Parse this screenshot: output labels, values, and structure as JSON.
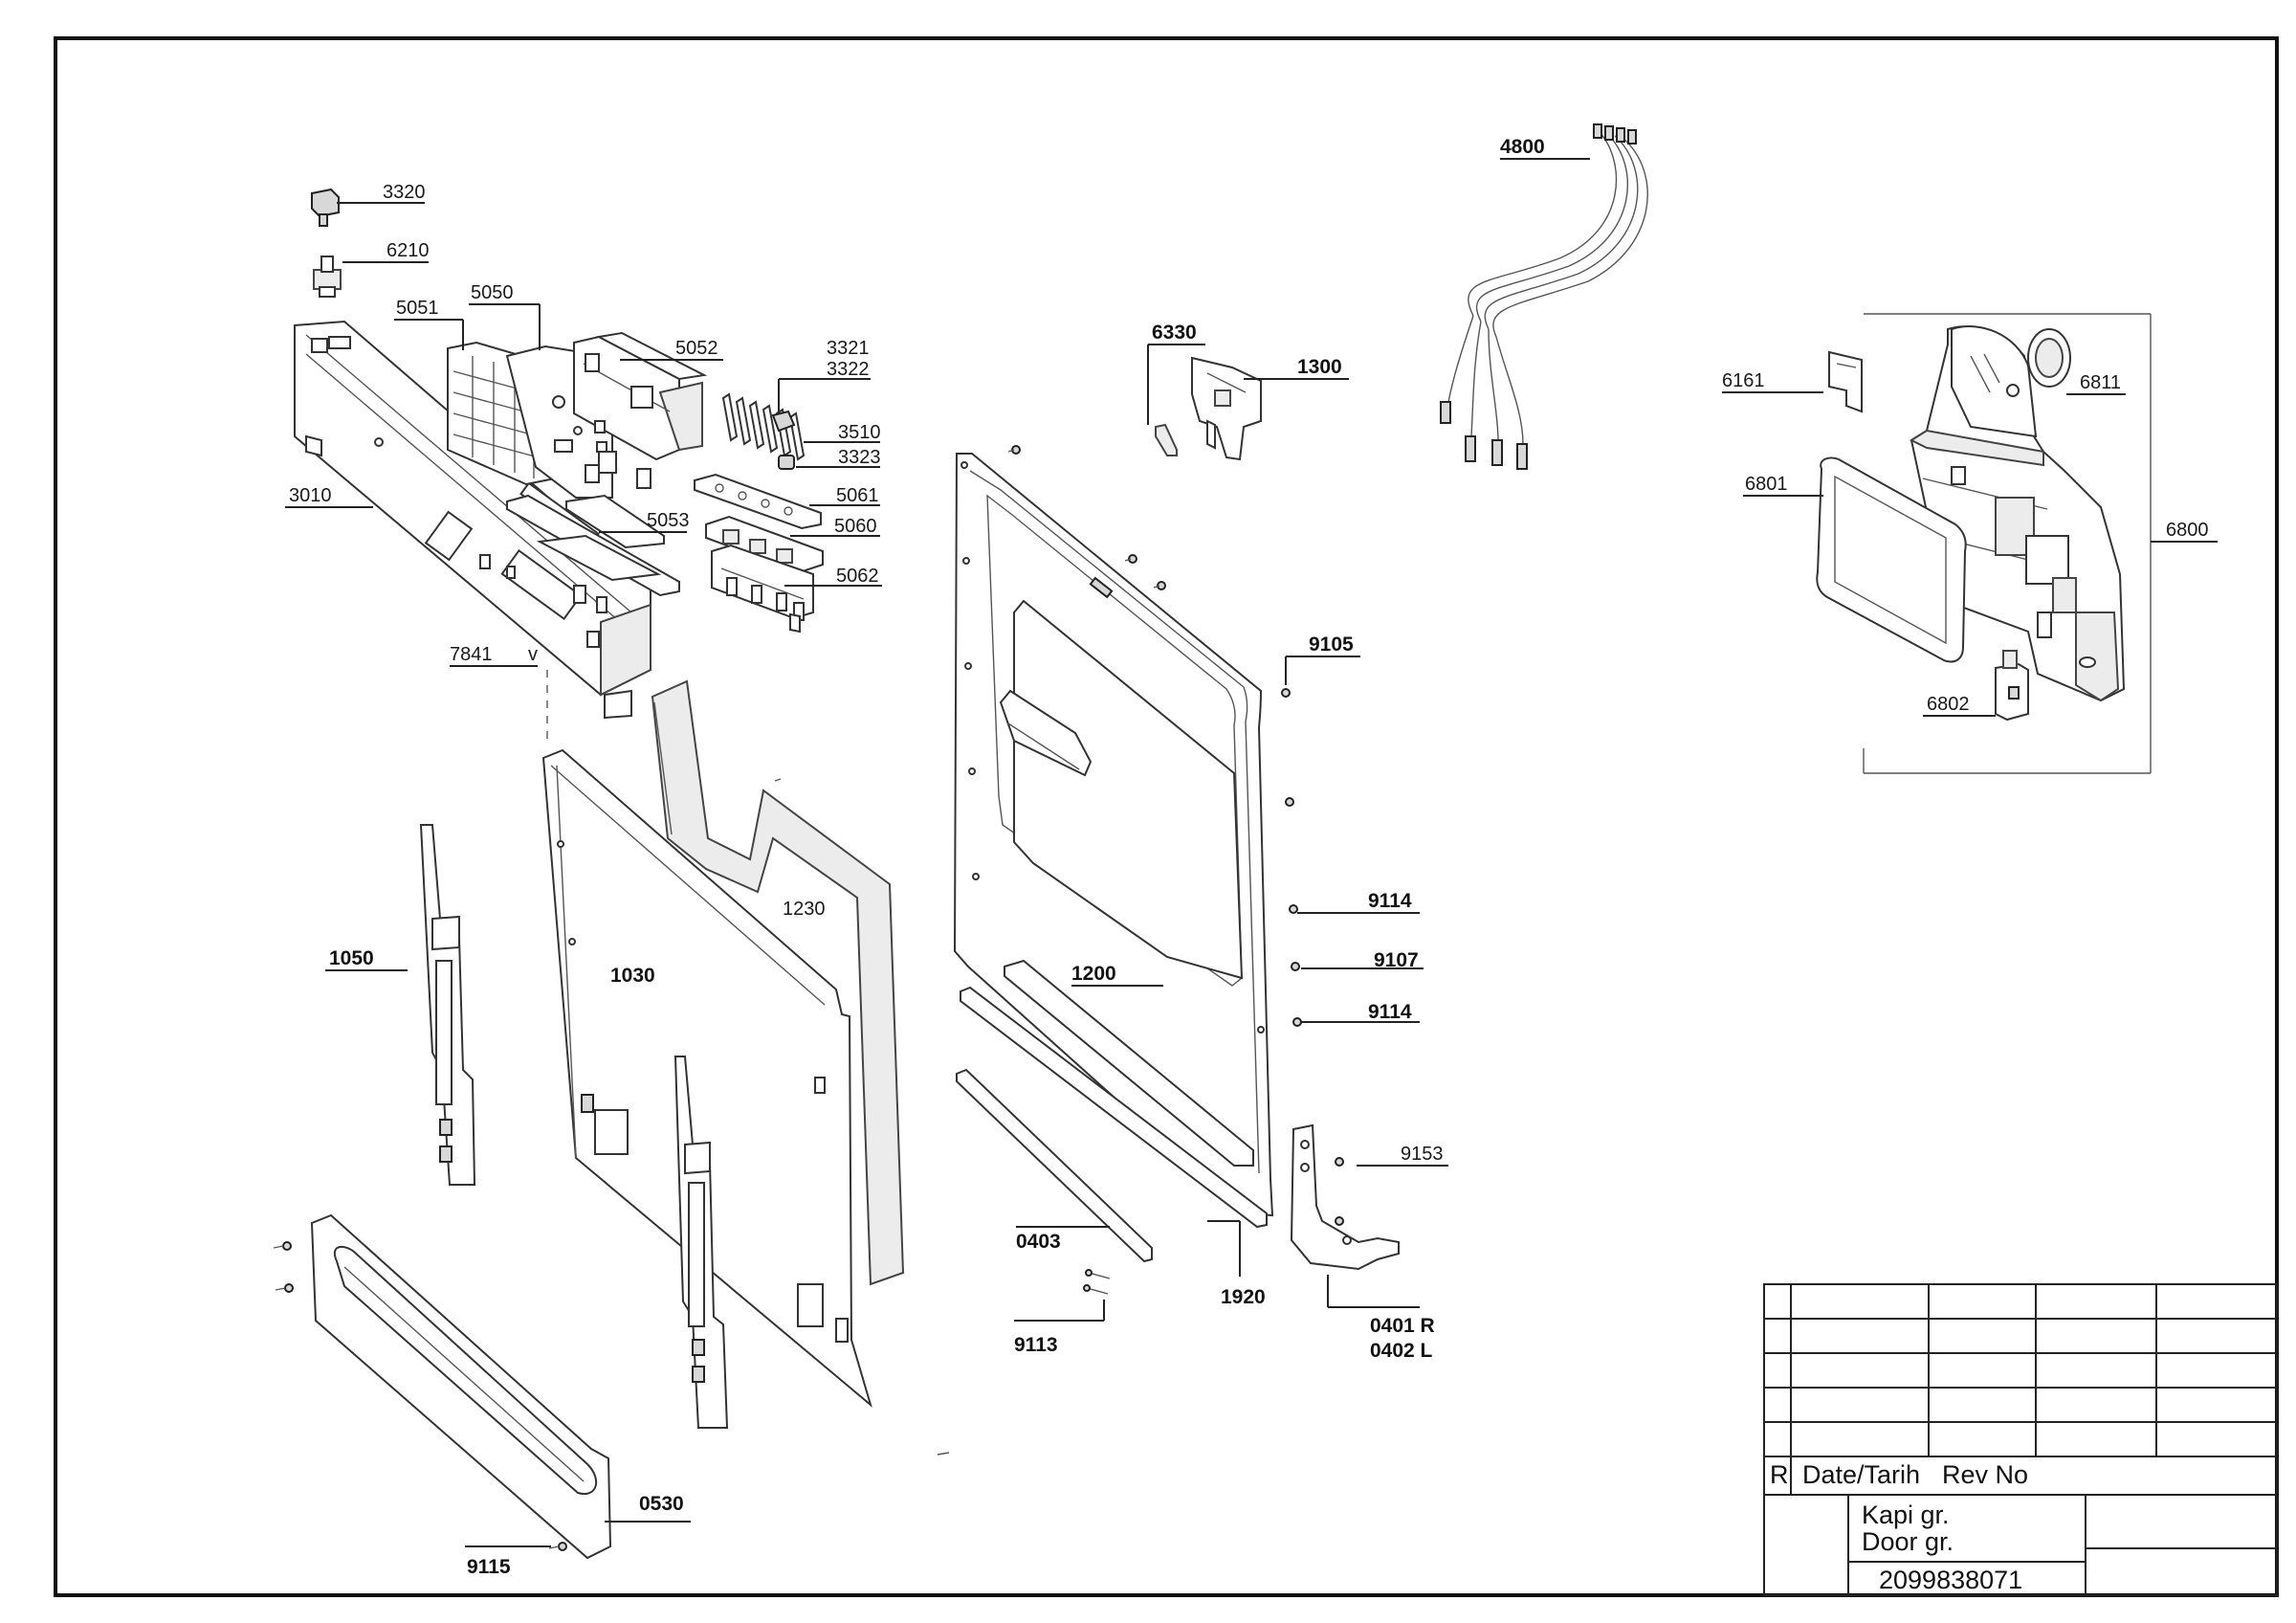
{
  "labels": {
    "p3320": "3320",
    "p6210": "6210",
    "p5051": "5051",
    "p5050": "5050",
    "p5052": "5052",
    "p3321": "3321",
    "p3322": "3322",
    "p3510": "3510",
    "p3323": "3323",
    "p5061": "5061",
    "p5060": "5060",
    "p5062": "5062",
    "p3010": "3010",
    "p5053": "5053",
    "p7841": "7841",
    "p7841v": "v",
    "p4800": "4800",
    "p6330": "6330",
    "p1300": "1300",
    "p6161": "6161",
    "p6811": "6811",
    "p6801": "6801",
    "p6800": "6800",
    "p6802": "6802",
    "p9105": "9105",
    "p1230": "1230",
    "p1050": "1050",
    "p1030": "1030",
    "p9114a": "9114",
    "p9107": "9107",
    "p1200": "1200",
    "p9114b": "9114",
    "p9153": "9153",
    "p0403": "0403",
    "p1920": "1920",
    "p0401": "0401 R",
    "p0402": "0402 L",
    "p9113": "9113",
    "p0530": "0530",
    "p9115": "9115"
  },
  "title_block": {
    "rev_marker": "R",
    "date_header": "Date/Tarih",
    "rev_header": "Rev No",
    "group_tr": "Kapi gr.",
    "group_en": "Door gr.",
    "drawing_number": "2099838071"
  }
}
